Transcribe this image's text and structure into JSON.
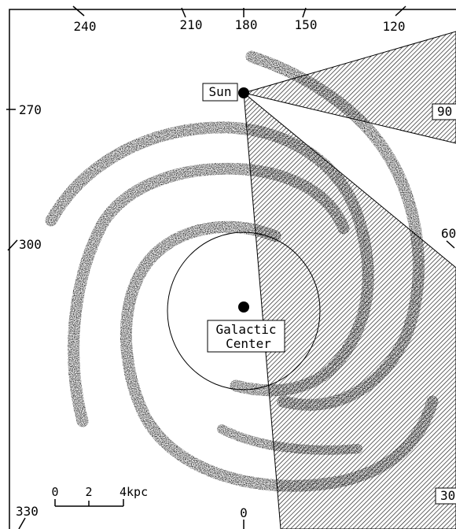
{
  "diagram": {
    "top_angles": [
      "240",
      "210",
      "180",
      "150",
      "120"
    ],
    "left_angles": [
      "270",
      "300",
      "330"
    ],
    "right_angles": [
      "90",
      "60",
      "30"
    ],
    "bottom_angle": "0",
    "sun_label": "Sun",
    "center_label_line1": "Galactic",
    "center_label_line2": "Center",
    "scale_ticks": [
      "0",
      "2",
      "4kpc"
    ]
  }
}
